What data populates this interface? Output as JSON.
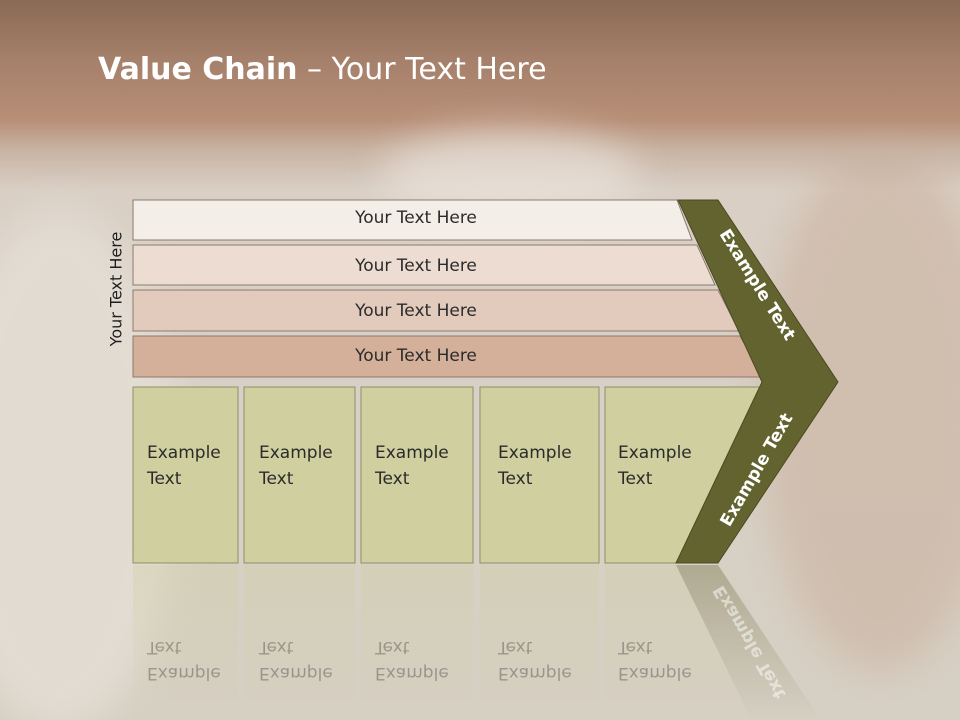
{
  "slide": {
    "title_bold": "Value Chain",
    "title_rest": " – Your Text Here",
    "vertical_label": "Your Text Here",
    "bars": [
      "Your Text Here",
      "Your Text Here",
      "Your Text Here",
      "Your Text Here"
    ],
    "columns": [
      {
        "line1": "Example",
        "line2": "Text"
      },
      {
        "line1": "Example",
        "line2": "Text"
      },
      {
        "line1": "Example",
        "line2": "Text"
      },
      {
        "line1": "Example",
        "line2": "Text"
      },
      {
        "line1": "Example",
        "line2": "Text"
      }
    ],
    "chevron_top": "Example Text",
    "chevron_bottom": "Example Text"
  },
  "colors": {
    "bar_fills": [
      "#f4eee9",
      "#ecdcd1",
      "#e2cbbc",
      "#d4b09b"
    ],
    "column_fill": "#cfcf9f",
    "chevron_fill": "#636330",
    "title": "#ffffff"
  }
}
